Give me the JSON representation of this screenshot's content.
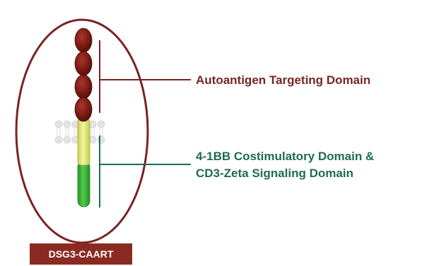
{
  "labels": {
    "targeting_domain": "Autoantigen Targeting Domain",
    "signaling_domain_line1": "4-1BB Costimulatory Domain &",
    "signaling_domain_line2": "CD3-Zeta Signaling Domain"
  },
  "caption": "DSG3-CAART",
  "colors": {
    "ellipse_outline": "#7a2323",
    "targeting_ovals": "#7b1a14",
    "targeting_bracket": "#7a2323",
    "transmembrane_segment": "#e8ee7a",
    "signaling_segment": "#3cb33c",
    "signaling_bracket": "#1f6b54",
    "caption_background": "#8a2a22",
    "membrane": "#e0e0e0"
  },
  "icons": {
    "membrane": "lipid-bilayer-icon"
  }
}
